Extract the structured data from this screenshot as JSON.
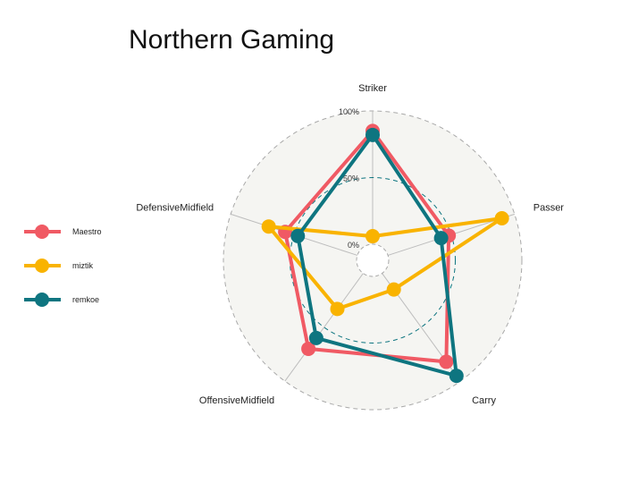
{
  "chart_data": {
    "type": "radar",
    "title": "Northern Gaming",
    "axes": [
      "Striker",
      "Passer",
      "Carry",
      "OffensiveMidfield",
      "DefensiveMidfield"
    ],
    "grid_labels": [
      "0%",
      "50%",
      "100%"
    ],
    "range": [
      0,
      100
    ],
    "series": [
      {
        "name": "Maestro",
        "color": "#F05A64",
        "values": [
          85,
          48,
          82,
          70,
          57
        ]
      },
      {
        "name": "miztik",
        "color": "#F9B300",
        "values": [
          6,
          90,
          15,
          33,
          70
        ]
      },
      {
        "name": "remkoe",
        "color": "#0E7580",
        "values": [
          82,
          42,
          95,
          60,
          47
        ]
      }
    ],
    "legend_position": "left",
    "colors": {
      "panel": "#F5F5F2",
      "grid": "#A9A9A9",
      "mid_ring": "#0E7580"
    }
  }
}
